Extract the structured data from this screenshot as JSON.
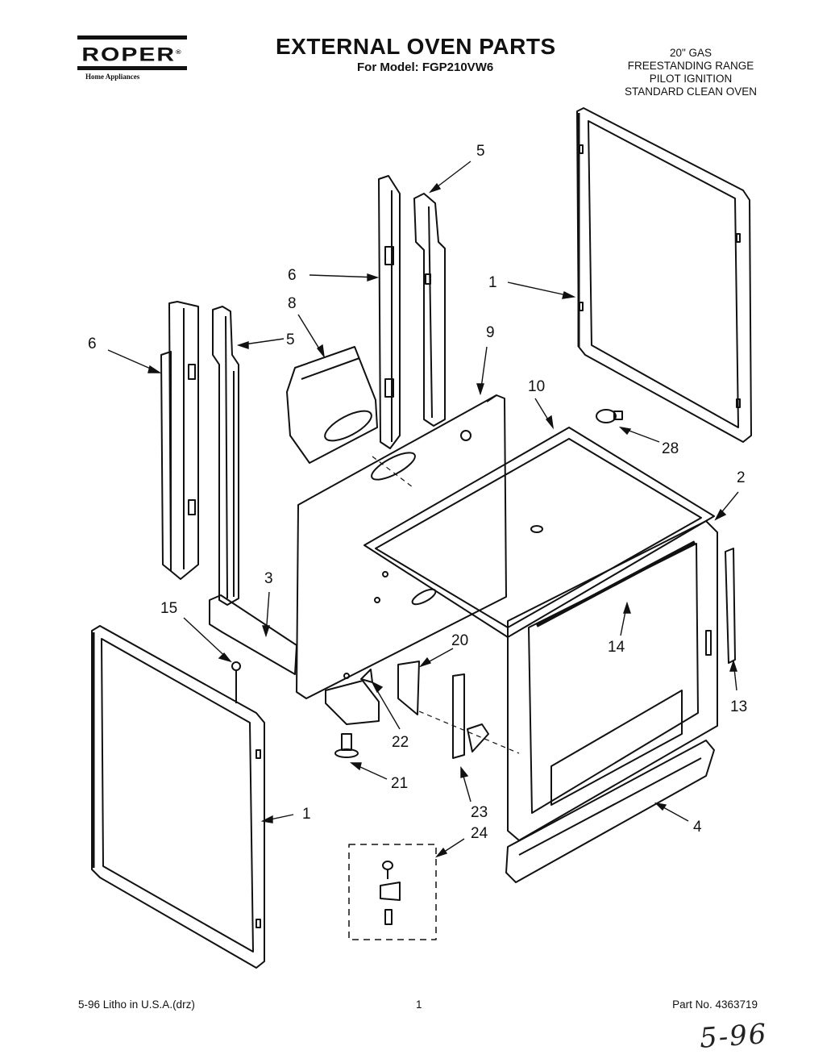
{
  "brand": {
    "name": "ROPER",
    "trademark": "®",
    "tagline": "Home Appliances"
  },
  "title": "EXTERNAL OVEN PARTS",
  "subtitle": "For Model: FGP210VW6",
  "specs": [
    "20\" GAS",
    "FREESTANDING RANGE",
    "PILOT IGNITION",
    "STANDARD CLEAN OVEN"
  ],
  "callouts": [
    "5",
    "6",
    "1",
    "8",
    "5",
    "6",
    "9",
    "10",
    "28",
    "2",
    "3",
    "14",
    "15",
    "20",
    "13",
    "22",
    "21",
    "1",
    "23",
    "4",
    "24"
  ],
  "footer": {
    "litho": "5-96 Litho in U.S.A.(drz)",
    "page": "1",
    "part_no": "Part No. 4363719"
  },
  "handwritten_note": "5-96"
}
